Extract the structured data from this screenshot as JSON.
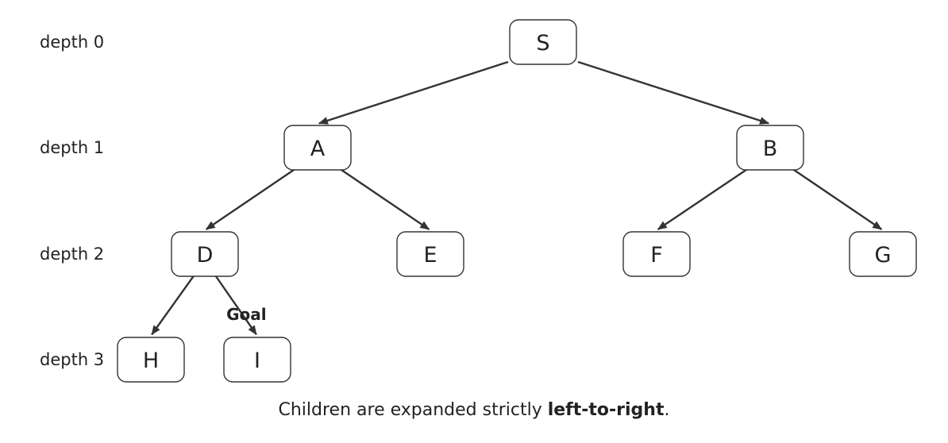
{
  "depth_labels": [
    "depth 0",
    "depth 1",
    "depth 2",
    "depth 3"
  ],
  "nodes": [
    {
      "id": "S",
      "label": "S",
      "depth": 0
    },
    {
      "id": "A",
      "label": "A",
      "depth": 1
    },
    {
      "id": "B",
      "label": "B",
      "depth": 1
    },
    {
      "id": "D",
      "label": "D",
      "depth": 2
    },
    {
      "id": "E",
      "label": "E",
      "depth": 2
    },
    {
      "id": "F",
      "label": "F",
      "depth": 2
    },
    {
      "id": "G",
      "label": "G",
      "depth": 2
    },
    {
      "id": "H",
      "label": "H",
      "depth": 3
    },
    {
      "id": "I",
      "label": "I",
      "depth": 3
    }
  ],
  "edges": [
    {
      "from": "S",
      "to": "A"
    },
    {
      "from": "S",
      "to": "B"
    },
    {
      "from": "A",
      "to": "D"
    },
    {
      "from": "A",
      "to": "E"
    },
    {
      "from": "B",
      "to": "F"
    },
    {
      "from": "B",
      "to": "G"
    },
    {
      "from": "D",
      "to": "H"
    },
    {
      "from": "D",
      "to": "I",
      "label": "Goal"
    }
  ],
  "caption": {
    "text_before": "Children are expanded strictly ",
    "bold": "left-to-right",
    "text_after": "."
  }
}
